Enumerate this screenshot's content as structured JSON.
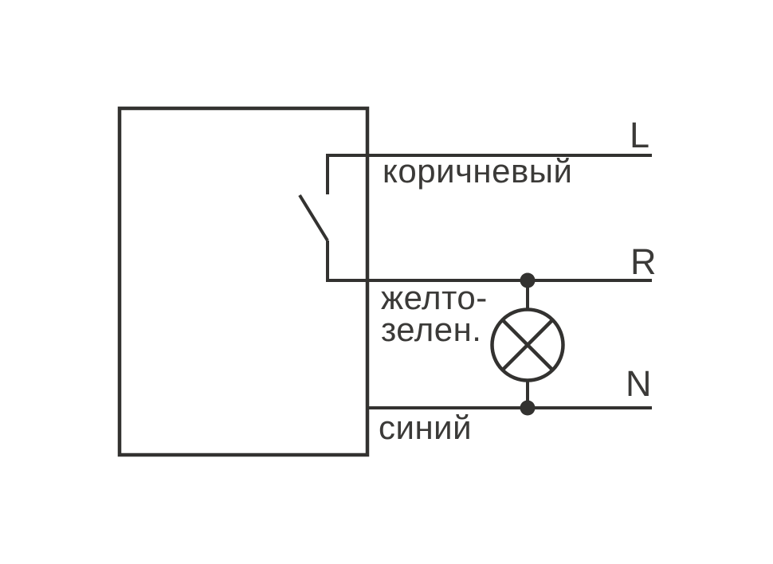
{
  "diagram": {
    "terminals": {
      "L": "L",
      "R": "R",
      "N": "N"
    },
    "wire_labels": {
      "brown": "коричневый",
      "yellow_green_line1": "желто-",
      "yellow_green_line2": "зелен.",
      "blue": "синий"
    },
    "symbols": {
      "device_box": "device-enclosure",
      "switch": "open-switch-contact",
      "lamp": "lamp-circle-cross",
      "junctions": "connection-dots"
    },
    "colors": {
      "stroke": "#333230",
      "text": "#3b3a38",
      "background": "#ffffff"
    }
  }
}
